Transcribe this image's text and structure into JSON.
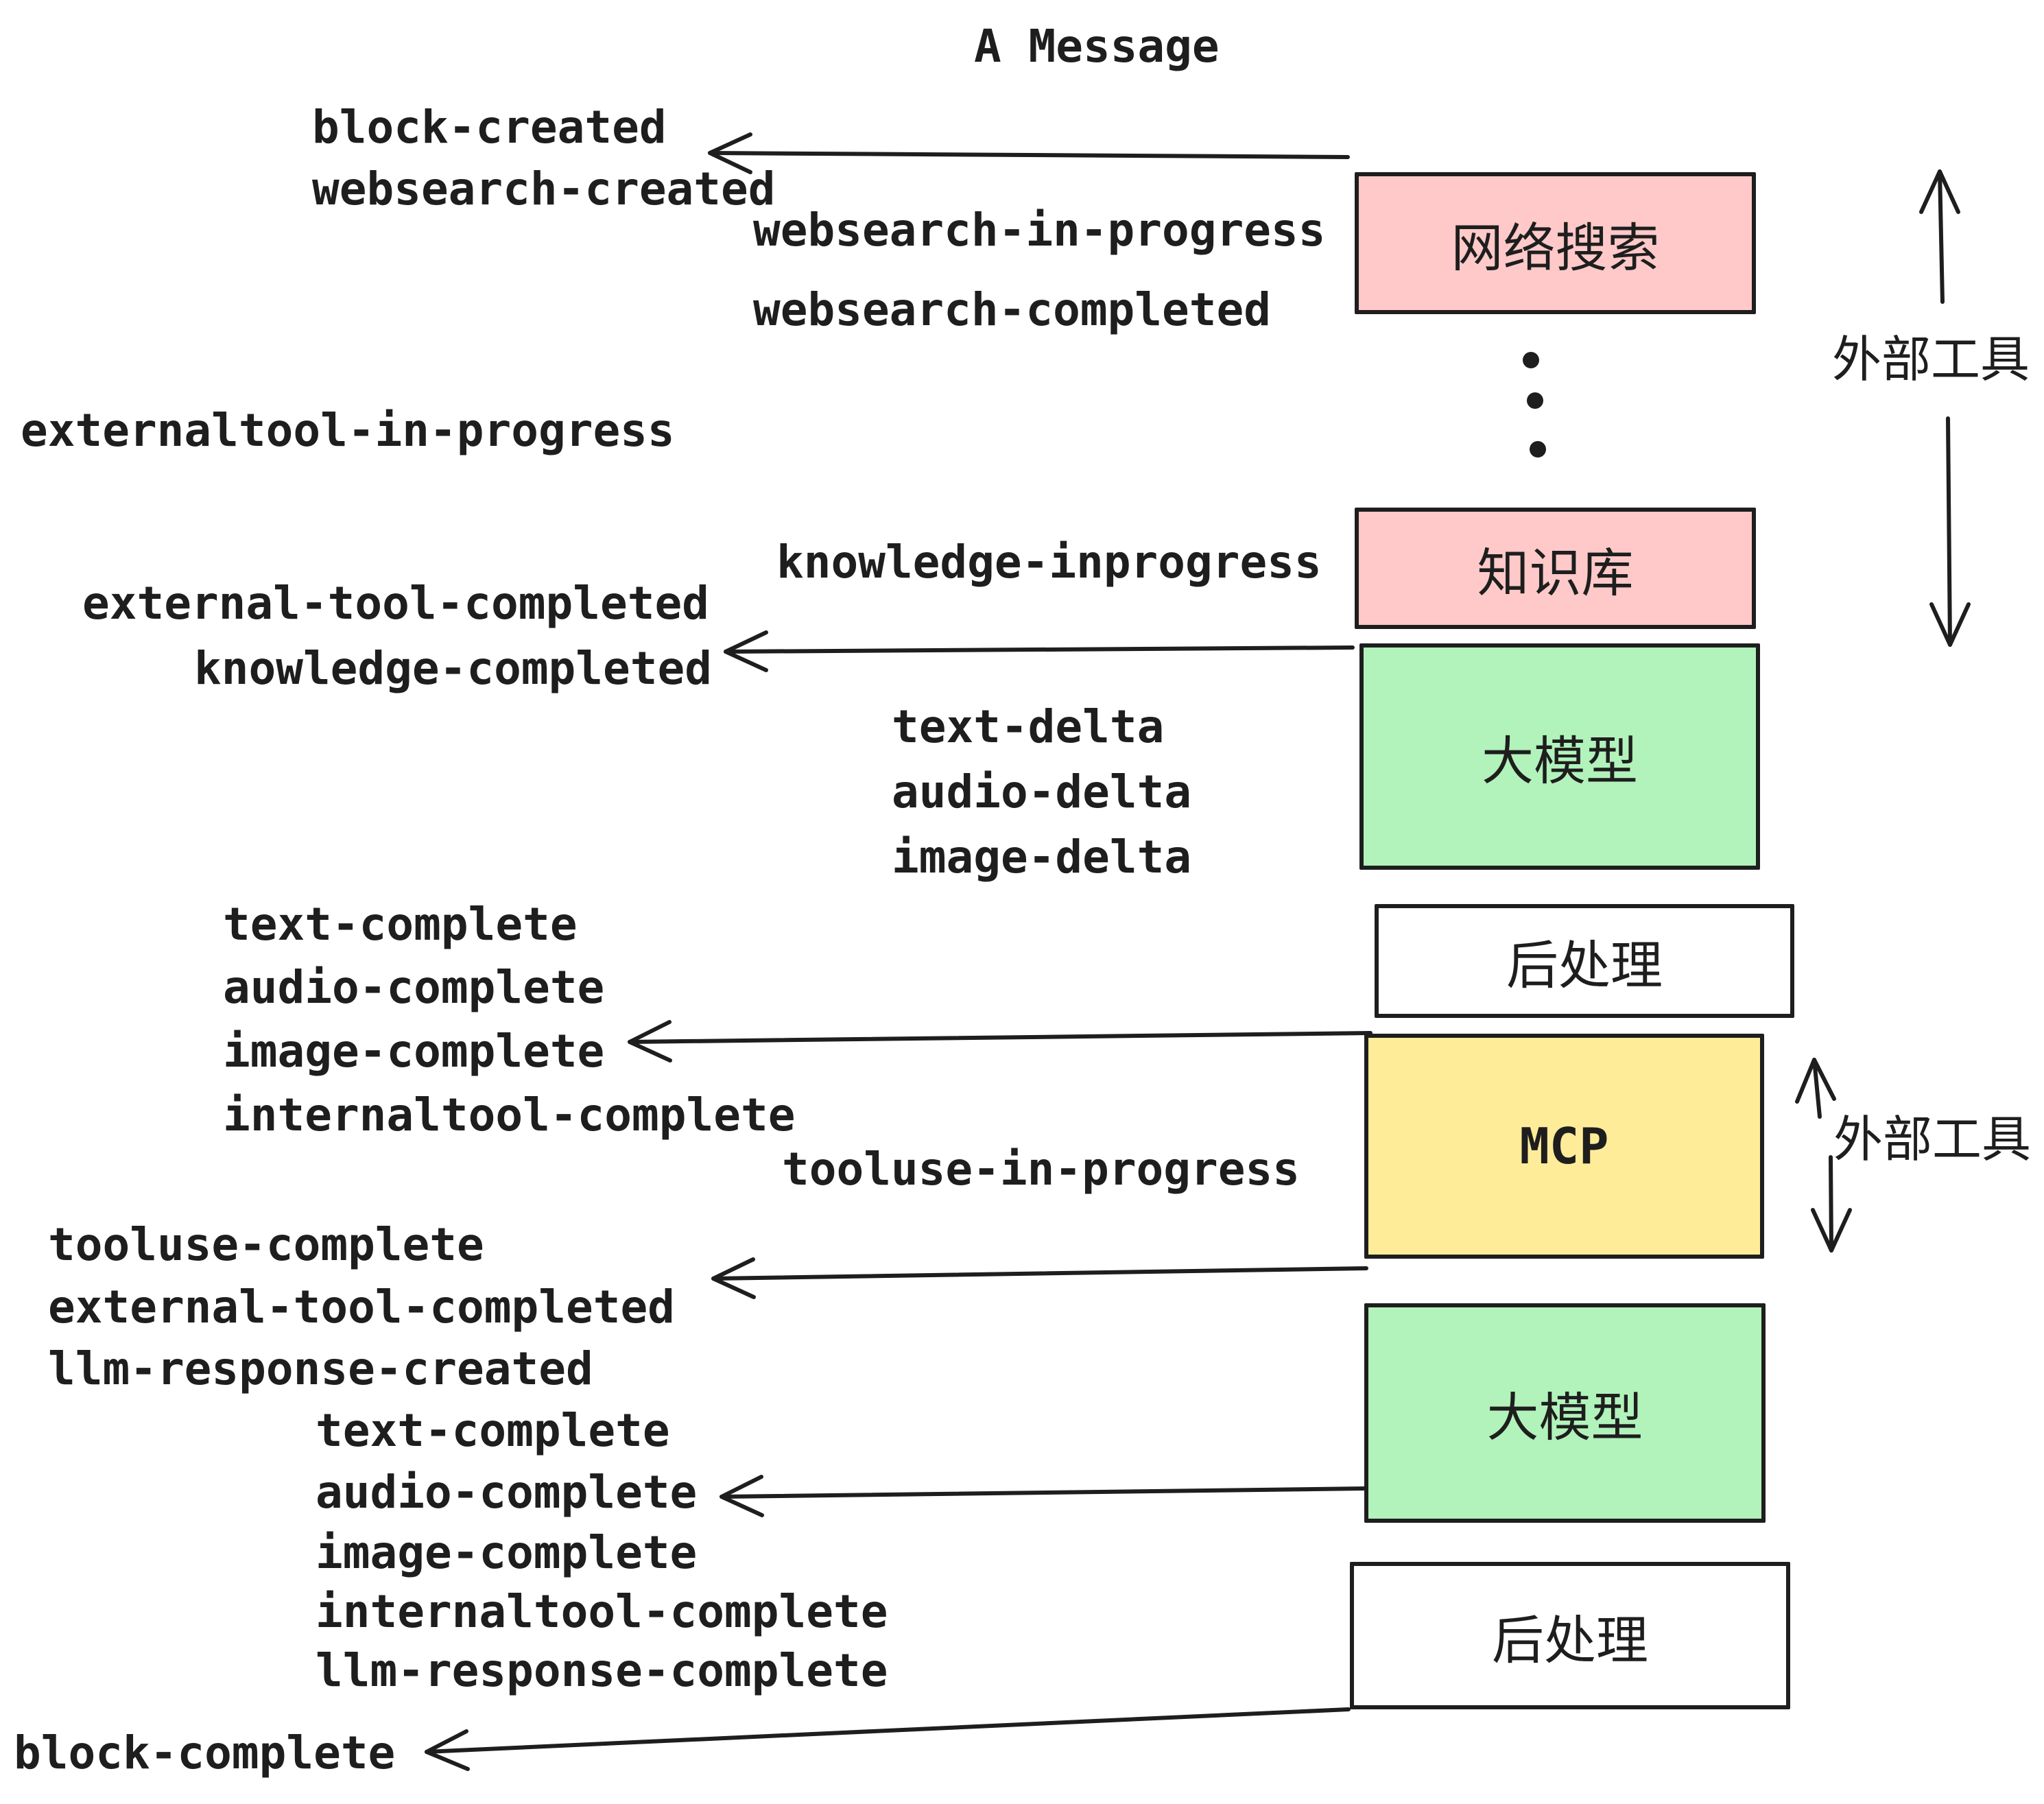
{
  "title": "A Message",
  "colors": {
    "ink": "#1e1e1e",
    "pink": "#ffc9c9",
    "green": "#b2f2bb",
    "yellow": "#ffec99",
    "white": "#ffffff"
  },
  "boxes": [
    {
      "label": "网络搜索",
      "fill": "pink"
    },
    {
      "label": "知识库",
      "fill": "pink"
    },
    {
      "label": "大模型",
      "fill": "green"
    },
    {
      "label": "后处理",
      "fill": "white"
    },
    {
      "label": "MCP",
      "fill": "yellow"
    },
    {
      "label": "大模型",
      "fill": "green"
    },
    {
      "label": "后处理",
      "fill": "white"
    }
  ],
  "side_labels": [
    {
      "text": "外部工具"
    },
    {
      "text": "外部工具"
    }
  ],
  "events": [
    {
      "text": "block-created"
    },
    {
      "text": "websearch-created"
    },
    {
      "text": "websearch-in-progress"
    },
    {
      "text": "websearch-completed"
    },
    {
      "text": "externaltool-in-progress"
    },
    {
      "text": "knowledge-inprogress"
    },
    {
      "text": "external-tool-completed"
    },
    {
      "text": "knowledge-completed"
    },
    {
      "text": "text-delta"
    },
    {
      "text": "audio-delta"
    },
    {
      "text": "image-delta"
    },
    {
      "text": "text-complete"
    },
    {
      "text": "audio-complete"
    },
    {
      "text": "image-complete"
    },
    {
      "text": "internaltool-complete"
    },
    {
      "text": "tooluse-in-progress"
    },
    {
      "text": "tooluse-complete"
    },
    {
      "text": "external-tool-completed"
    },
    {
      "text": "llm-response-created"
    },
    {
      "text": "text-complete"
    },
    {
      "text": "audio-complete"
    },
    {
      "text": "image-complete"
    },
    {
      "text": "internaltool-complete"
    },
    {
      "text": "llm-response-complete"
    },
    {
      "text": "block-complete"
    }
  ]
}
